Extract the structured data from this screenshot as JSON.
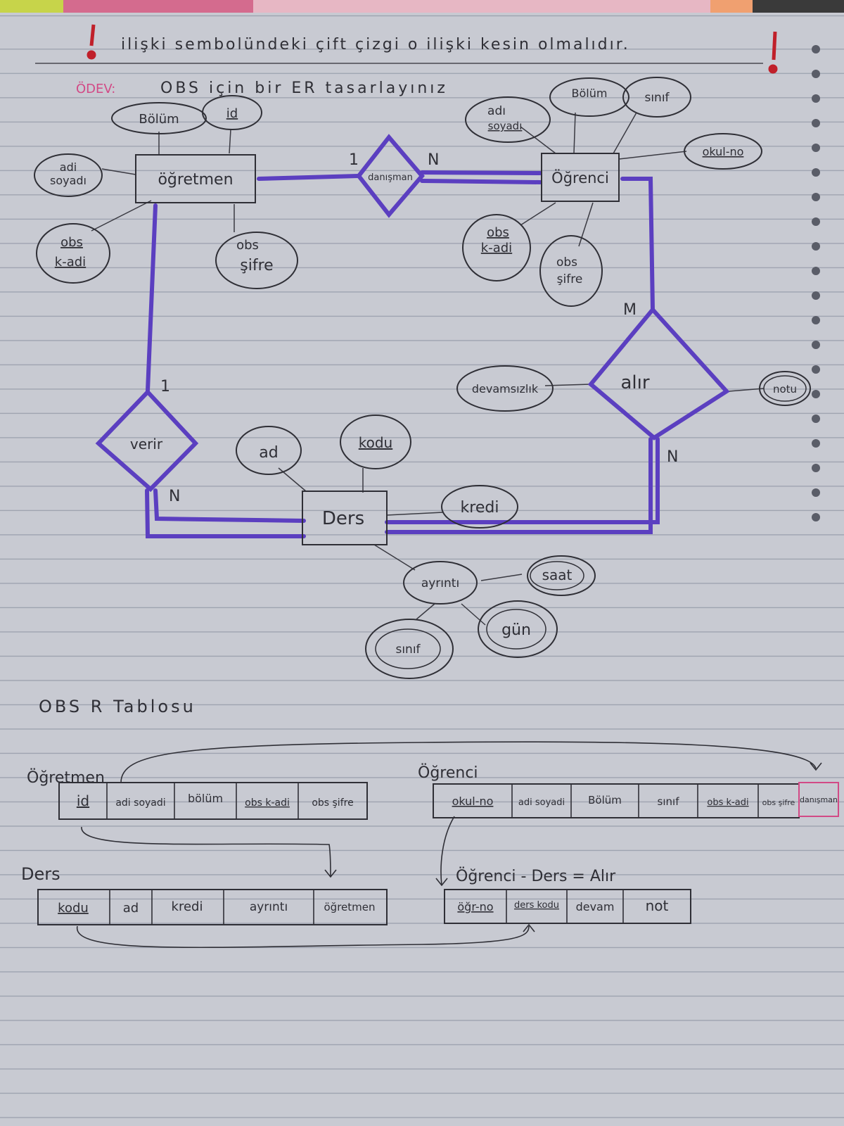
{
  "header_note": "ilişki sembolündeki çift çizgi o ilişki kesin olmalıdır.",
  "assignment": {
    "prefix": "ÖDEV:",
    "text": "OBS için bir ER tasarlayınız"
  },
  "entities": {
    "ogretmen": "öğretmen",
    "ogrenci": "Öğrenci",
    "ders": "Ders"
  },
  "relationships": {
    "danisman": "danışman",
    "verir": "verir",
    "alir": "alır"
  },
  "cardinalities": {
    "danisman_ogretmen": "1",
    "danisman_ogrenci": "N",
    "alir_ogrenci": "M",
    "alir_ders": "N",
    "verir_ogretmen": "1",
    "verir_ders": "N"
  },
  "attributes": {
    "ogretmen": {
      "bolum": "Bölüm",
      "id": "id",
      "adi_soyadi_1": "adi",
      "adi_soyadi_2": "soyadı",
      "obs_kadi_1": "obs",
      "obs_kadi_2": "k-adi",
      "obs_sifre_1": "obs",
      "obs_sifre_2": "şifre"
    },
    "ogrenci": {
      "adi_soyadi_1": "adı",
      "adi_soyadi_2": "soyadı",
      "bolum": "Bölüm",
      "sinif": "sınıf",
      "okul_no": "okul-no",
      "obs_kadi_1": "obs",
      "obs_kadi_2": "k-adi",
      "obs_sifre_1": "obs",
      "obs_sifre_2": "şifre"
    },
    "ders": {
      "ad": "ad",
      "kodu": "kodu",
      "kredi": "kredi",
      "ayrinti": "ayrıntı",
      "saat": "saat",
      "gun": "gün",
      "sinif": "sınıf"
    },
    "alir": {
      "devamsizlik": "devamsızlık",
      "notu": "notu"
    }
  },
  "tables_title": "OBS R Tablosu",
  "tables": {
    "ogretmen": {
      "name": "Öğretmen",
      "cols": [
        "id",
        "adi soyadi",
        "bölüm",
        "obs k-adi",
        "obs şifre"
      ]
    },
    "ogrenci": {
      "name": "Öğrenci",
      "cols": [
        "okul-no",
        "adi soyadi",
        "Bölüm",
        "sınıf",
        "obs k-adi",
        "obs şifre",
        "danışman"
      ]
    },
    "ders": {
      "name": "Ders",
      "cols": [
        "kodu",
        "ad",
        "kredi",
        "ayrıntı",
        "öğretmen"
      ]
    },
    "alir": {
      "name": "Öğrenci - Ders = Alır",
      "cols": [
        "öğr-no",
        "ders kodu",
        "devam",
        "not"
      ]
    }
  },
  "colors": {
    "marker_purple": "#5b3fc0",
    "pen": "#2f2f36",
    "red_mark": "#c0202a",
    "pink": "#d24a86"
  }
}
